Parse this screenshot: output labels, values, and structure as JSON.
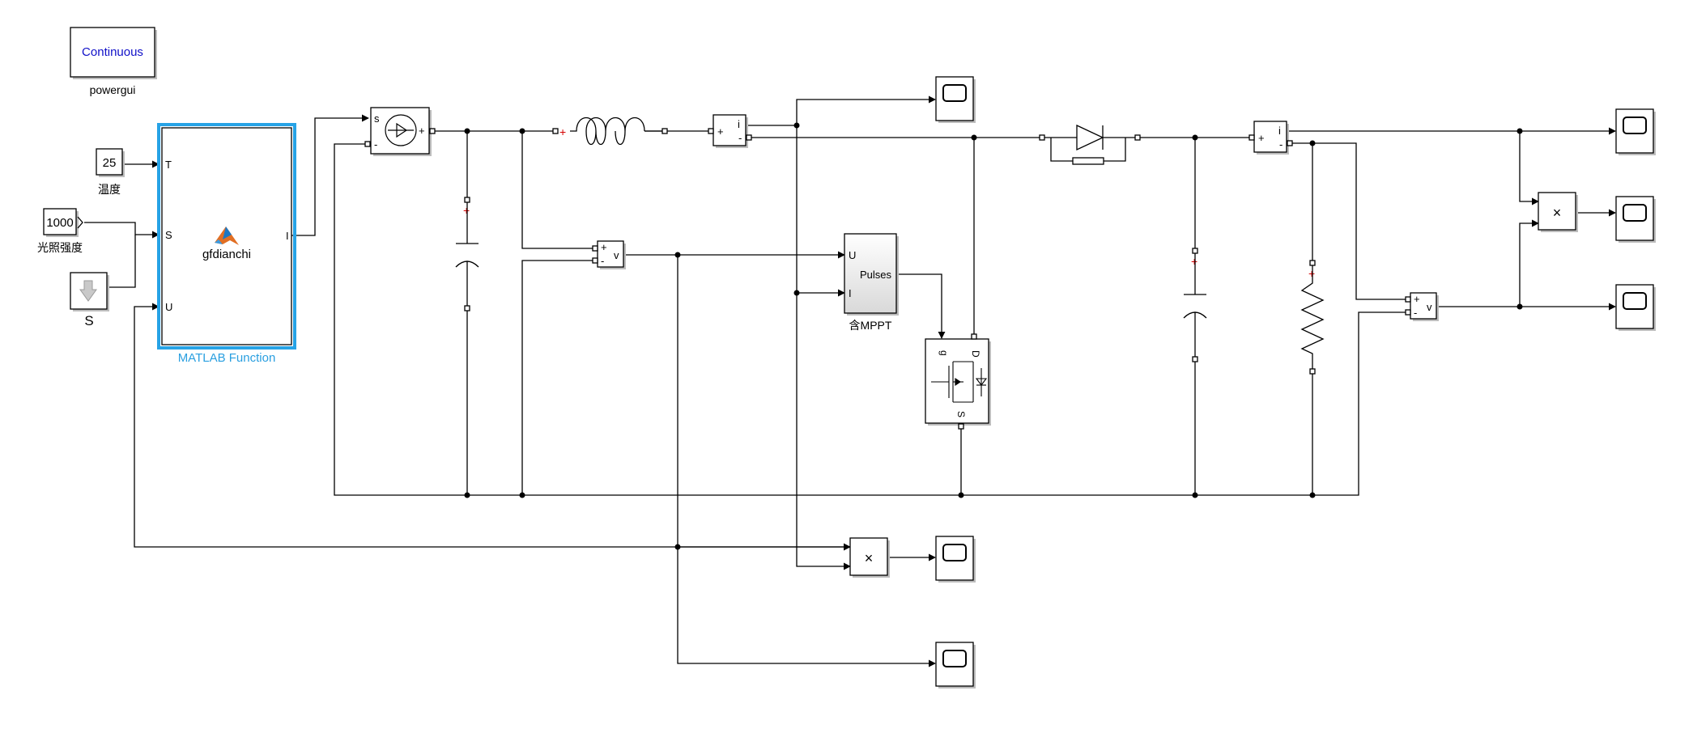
{
  "model": {
    "powergui": {
      "mode": "Continuous",
      "name": "powergui"
    },
    "temperature": {
      "value": "25",
      "name": "温度"
    },
    "irradiance": {
      "value": "1000",
      "name": "光照强度"
    },
    "s_block": {
      "name": "S"
    },
    "matlab_function": {
      "name": "MATLAB Function",
      "function_name": "gfdianchi",
      "inputs": [
        "T",
        "S",
        "U"
      ],
      "output": "I"
    },
    "current_source": {
      "port_s": "s",
      "port_plus": "+",
      "port_minus": "-"
    },
    "current_meter": {
      "plus": "+",
      "minus": "-",
      "out": "i"
    },
    "voltage_meter": {
      "plus": "+",
      "minus": "-",
      "out": "v"
    },
    "mppt": {
      "name": "含MPPT",
      "in_u": "U",
      "in_i": "I",
      "out": "Pulses"
    },
    "mosfet": {
      "g": "g",
      "d": "D",
      "s": "S"
    },
    "product": {
      "symbol": "×"
    },
    "polarity": "+"
  }
}
